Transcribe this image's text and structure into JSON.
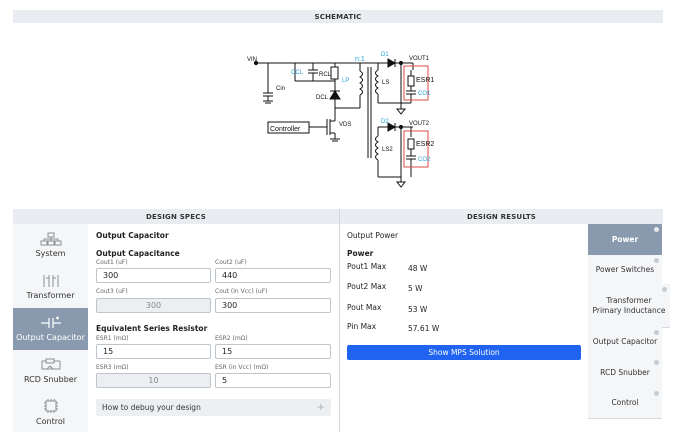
{
  "headers": {
    "schematic": "SCHEMATIC",
    "specs": "DESIGN SPECS",
    "results": "DESIGN RESULTS"
  },
  "schematic": {
    "vin": "VIN",
    "cin": "Cin",
    "ccl": "CCL",
    "rcl": "RCL",
    "dcl": "DCL",
    "lp": "LP",
    "ratio": "n:1",
    "ls": "LS",
    "ls2": "LS2",
    "d1": "D1",
    "d2": "D2",
    "vout1": "VOUT1",
    "vout2": "VOUT2",
    "esr1": "ESR1",
    "esr2": "ESR2",
    "co1": "CO1",
    "co2": "CO2",
    "vds": "VDS",
    "controller": "Controller"
  },
  "sidebar": [
    {
      "label": "System",
      "icon": "system-icon"
    },
    {
      "label": "Transformer",
      "icon": "transformer-icon"
    },
    {
      "label": "Output Capacitor",
      "icon": "capacitor-icon",
      "active": true
    },
    {
      "label": "RCD Snubber",
      "icon": "snubber-icon"
    },
    {
      "label": "Control",
      "icon": "chip-icon"
    }
  ],
  "specs": {
    "section_title": "Output Capacitor",
    "capacitance_title": "Output Capacitance",
    "cout1_label": "Cout1 (uF)",
    "cout1_value": "300",
    "cout2_label": "Cout2 (uF)",
    "cout2_value": "440",
    "cout3_label": "Cout3 (uF)",
    "cout3_value": "300",
    "coutvcc_label": "Cout (in Vcc) (uF)",
    "coutvcc_value": "300",
    "esr_title": "Equivalent Series Resistor",
    "esr1_label": "ESR1 (mΩ)",
    "esr1_value": "15",
    "esr2_label": "ESR2 (mΩ)",
    "esr2_value": "15",
    "esr3_label": "ESR3 (mΩ)",
    "esr3_value": "10",
    "esrvcc_label": "ESR (in Vcc) (mΩ)",
    "esrvcc_value": "5",
    "debug_label": "How to debug your design",
    "debug_plus": "+"
  },
  "results": {
    "section_title": "Output Power",
    "group_title": "Power",
    "rows": [
      {
        "label": "Pout1 Max",
        "value": "48 W"
      },
      {
        "label": "Pout2 Max",
        "value": "5 W"
      },
      {
        "label": "Pout Max",
        "value": "53 W"
      },
      {
        "label": "Pin Max",
        "value": "57.61 W"
      }
    ],
    "button_label": "Show MPS Solution",
    "accent": "#1f63f0"
  },
  "results_nav": [
    {
      "label": "Power",
      "active": true
    },
    {
      "label": "Power Switches"
    },
    {
      "label": "Transformer Primary Inductance"
    },
    {
      "label": "Output Capacitor"
    },
    {
      "label": "RCD Snubber"
    },
    {
      "label": "Control"
    }
  ]
}
